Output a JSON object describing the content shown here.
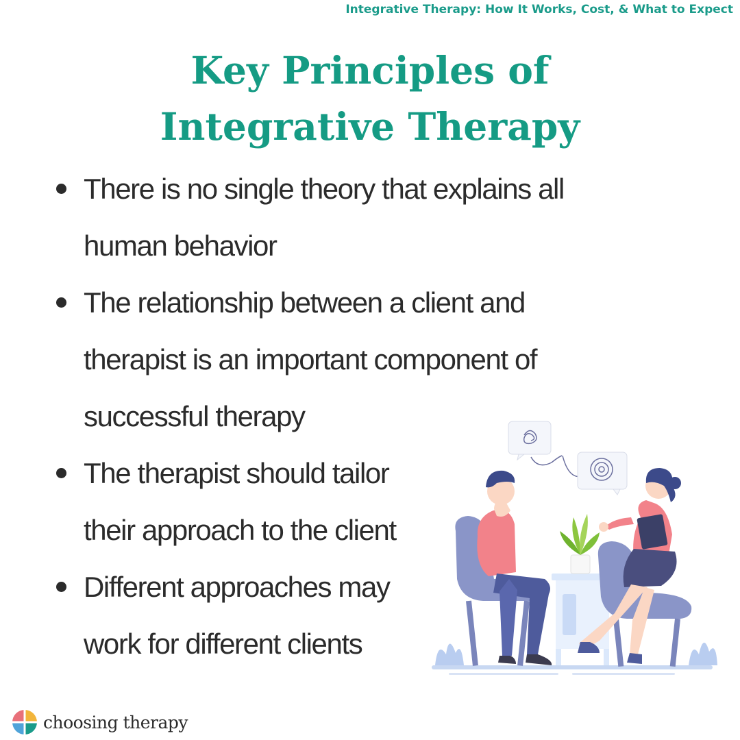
{
  "header": {
    "title": "Integrative Therapy: How It Works, Cost, & What to Expect"
  },
  "main": {
    "title_lines": [
      "Key Principles of",
      "Integrative Therapy"
    ],
    "bullets": [
      {
        "lines": [
          "There is no single theory that explains all",
          "human behavior"
        ]
      },
      {
        "lines": [
          "The relationship between a client and",
          "therapist is an important component of",
          "successful therapy"
        ]
      },
      {
        "lines": [
          "The therapist should tailor",
          "their approach to the client"
        ]
      },
      {
        "lines": [
          "Different approaches may",
          "work for different clients"
        ]
      }
    ]
  },
  "illustration": {
    "name": "therapy-session-illustration"
  },
  "brand": {
    "name": "choosing therapy",
    "logo_colors": [
      "#e8707a",
      "#f2b53b",
      "#4fa3d9",
      "#1a9b8a"
    ]
  },
  "colors": {
    "accent": "#159b84",
    "text": "#2b2b2b"
  }
}
